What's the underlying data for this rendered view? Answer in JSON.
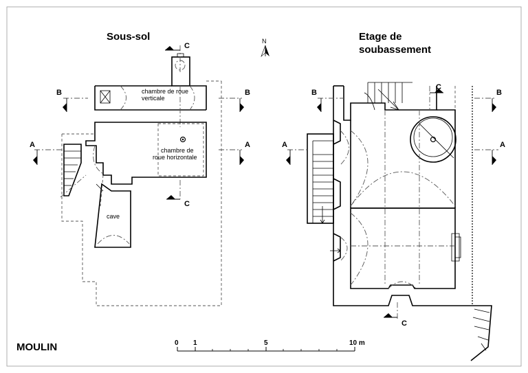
{
  "titles": {
    "left": "Sous-sol",
    "right_line1": "Etage de",
    "right_line2": "soubassement",
    "main": "MOULIN"
  },
  "labels": {
    "chambre_verticale_1": "chambre de roue",
    "chambre_verticale_2": "verticale",
    "chambre_horizontale_1": "chambre de",
    "chambre_horizontale_2": "roue horizontale",
    "cave": "cave"
  },
  "north": "N",
  "sections": {
    "a": "A",
    "b": "B",
    "c": "C"
  },
  "scale": {
    "t0": "0",
    "t1": "1",
    "t5": "5",
    "t10": "10 m"
  }
}
